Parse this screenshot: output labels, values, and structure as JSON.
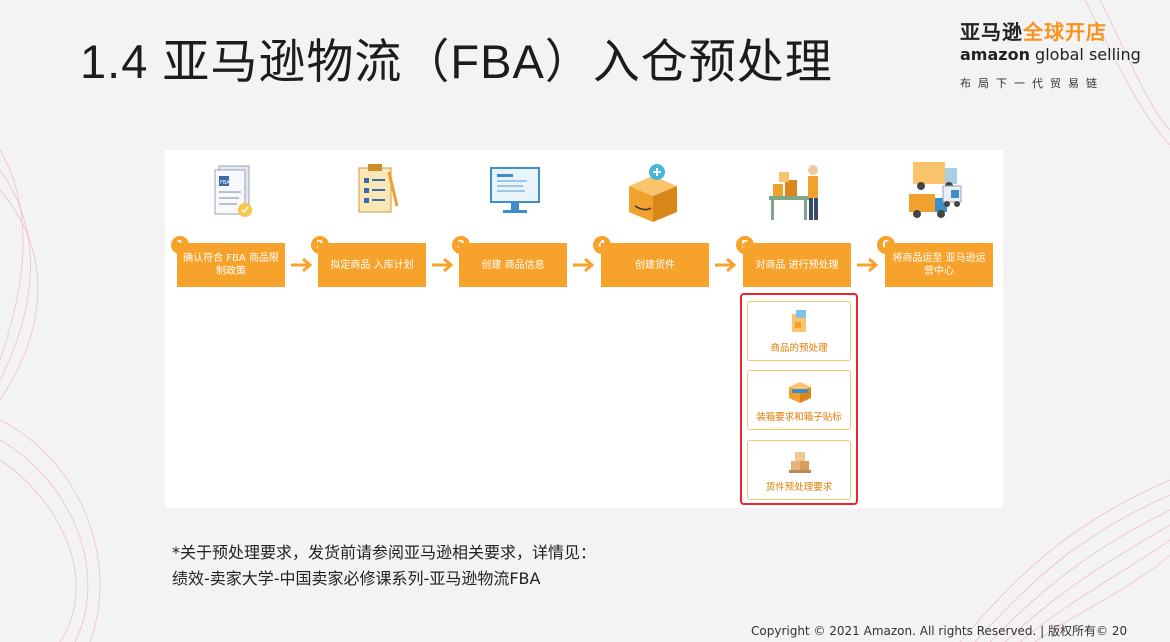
{
  "title": "1.4 亚马逊物流（FBA）入仓预处理",
  "logo": {
    "cn_part1": "亚马逊",
    "cn_part2": "全球开店",
    "en_part1": "amazon",
    "en_part2": " global selling",
    "tagline": "布局下一代贸易链"
  },
  "steps": [
    {
      "num": "1",
      "label": "确认符合 FBA 商品限制政策",
      "icon": "fba-document-icon"
    },
    {
      "num": "2",
      "label": "拟定商品 入库计划",
      "icon": "clipboard-checklist-icon"
    },
    {
      "num": "3",
      "label": "创建 商品信息",
      "icon": "computer-monitor-icon"
    },
    {
      "num": "4",
      "label": "创建货件",
      "icon": "package-add-icon"
    },
    {
      "num": "5",
      "label": "对商品 进行预处理",
      "icon": "worker-boxes-icon"
    },
    {
      "num": "6",
      "label": "将商品运至 亚马逊运营中心",
      "icon": "delivery-trucks-icon"
    }
  ],
  "substeps": [
    {
      "label": "商品的预处理",
      "icon": "product-prep-icon"
    },
    {
      "label": "装箱要求和箱子贴标",
      "icon": "box-label-icon"
    },
    {
      "label": "货件预处理要求",
      "icon": "shipment-boxes-icon"
    }
  ],
  "note": {
    "line1": "*关于预处理要求，发货前请参阅亚马逊相关要求，详情见：",
    "line2": "绩效-卖家大学-中国卖家必修课系列-亚马逊物流FBA"
  },
  "footer": "Copyright © 2021 Amazon. All rights Reserved. | 版权所有© 20",
  "colors": {
    "accent": "#f7a22a",
    "highlight": "#e8262c",
    "background": "#f3f3f3"
  }
}
